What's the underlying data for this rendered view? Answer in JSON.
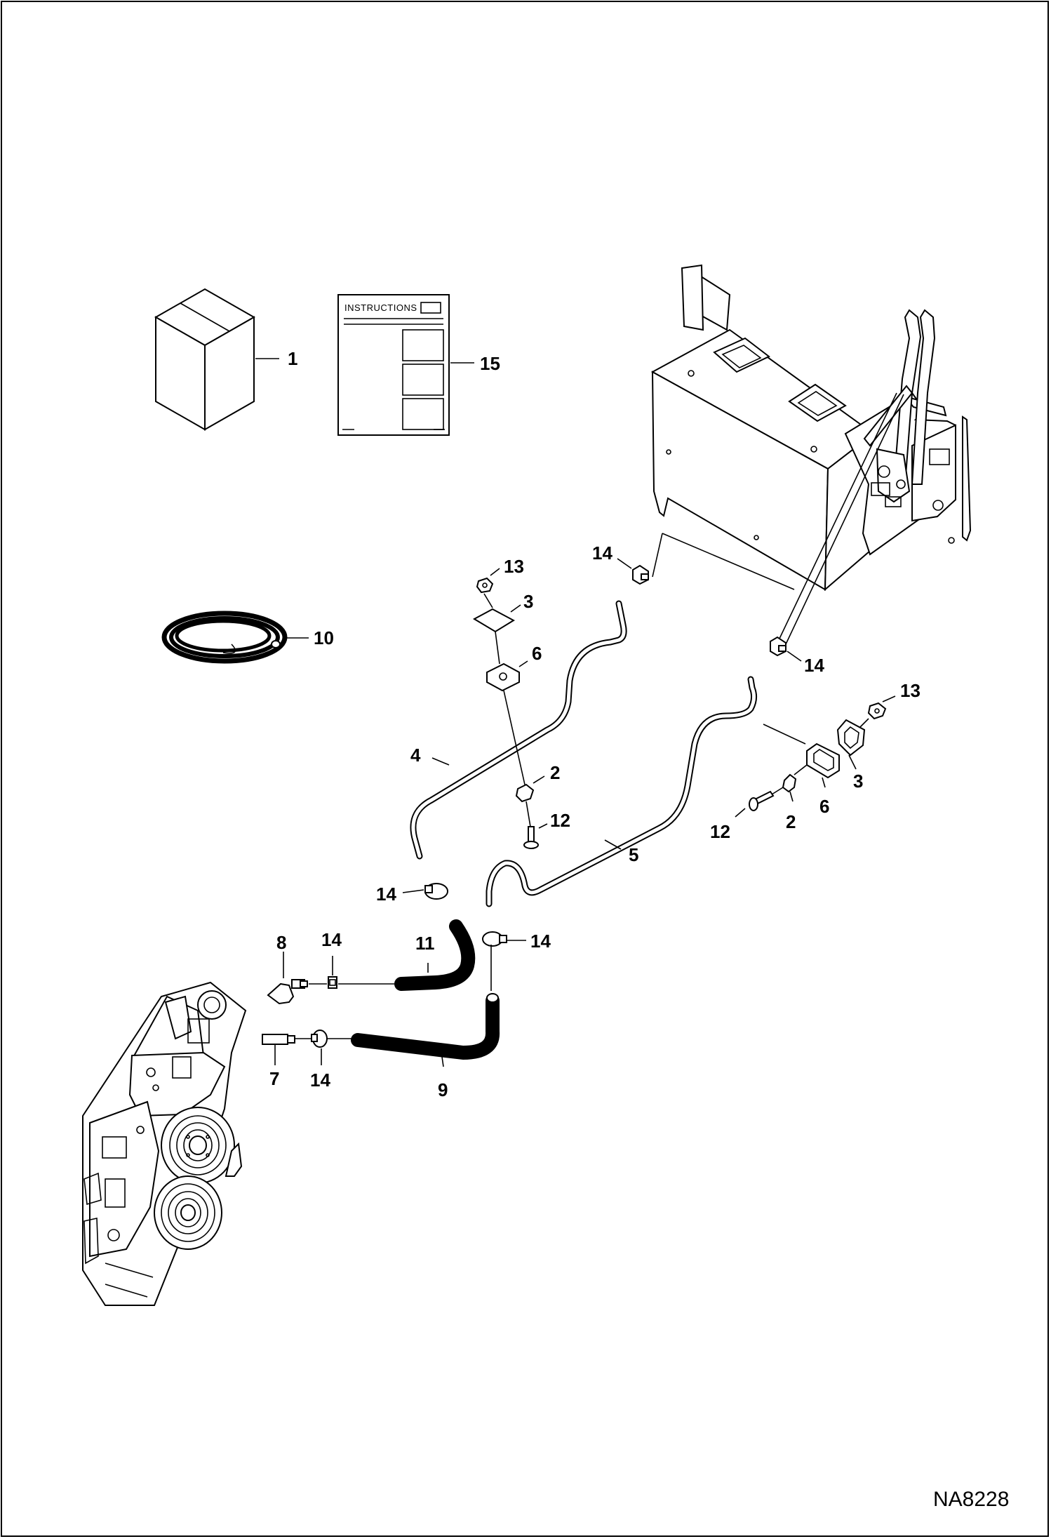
{
  "figure": {
    "code": "NA8228",
    "instructions_sheet_text": "INSTRUCTIONS"
  },
  "callouts": {
    "c1": "1",
    "c15": "15",
    "c10": "10",
    "c13a": "13",
    "c3a": "3",
    "c6a": "6",
    "c14a": "14",
    "c4": "4",
    "c2a": "2",
    "c12a": "12",
    "c14b": "14",
    "c13b": "13",
    "c3b": "3",
    "c6b": "6",
    "c2b": "2",
    "c12b": "12",
    "c5": "5",
    "c14c": "14",
    "c14d": "14",
    "c11": "11",
    "c8": "8",
    "c14e": "14",
    "c7": "7",
    "c14f": "14",
    "c9": "9"
  }
}
